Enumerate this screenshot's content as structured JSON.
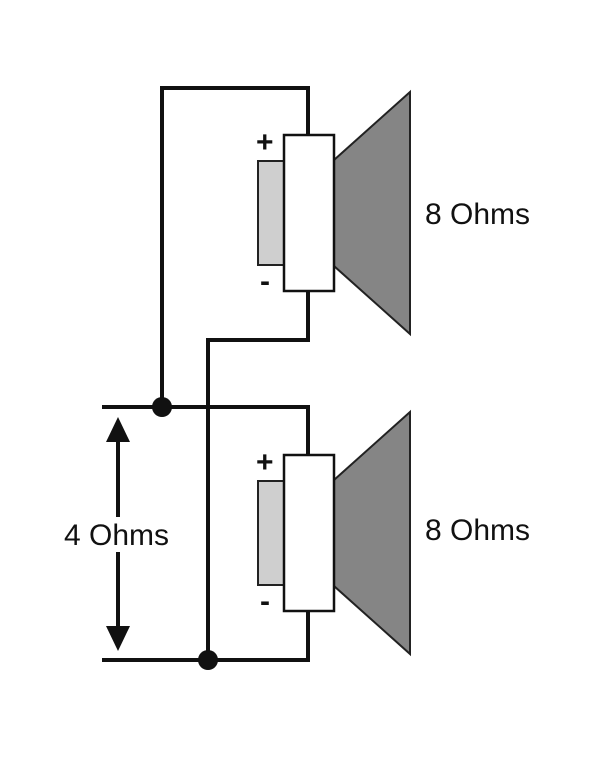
{
  "colors": {
    "wire": "#111111",
    "cone": "#858585",
    "magnet": "#cfcfcf",
    "frame": "#ffffff"
  },
  "speakers": [
    {
      "impedance_label": "8 Ohms",
      "plus": "+",
      "minus": "-"
    },
    {
      "impedance_label": "8 Ohms",
      "plus": "+",
      "minus": "-"
    }
  ],
  "total": {
    "impedance_label": "4 Ohms"
  },
  "icons": [
    "speaker-icon",
    "speaker-icon",
    "double-arrow-icon",
    "junction-dot-icon",
    "junction-dot-icon"
  ]
}
